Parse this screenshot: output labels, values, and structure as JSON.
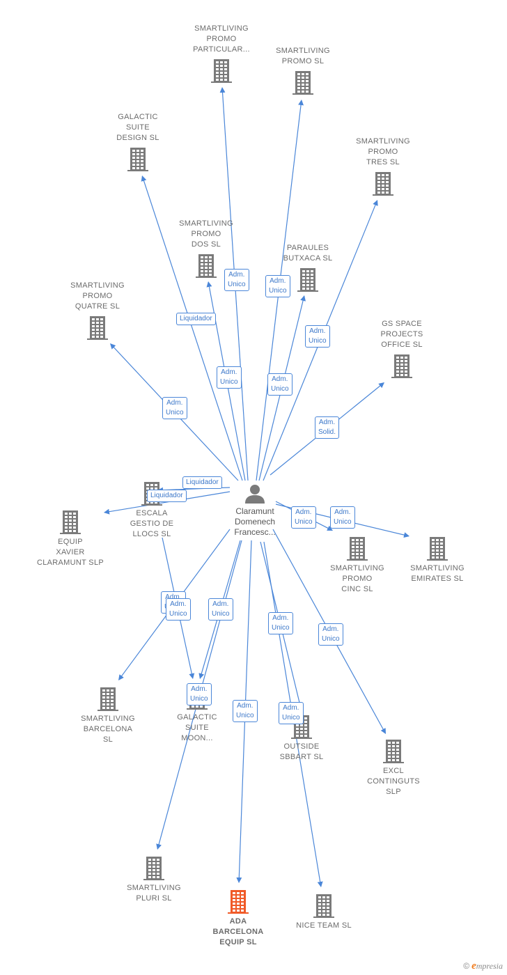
{
  "center": {
    "label": "Claramunt\nDomenech\nFrancesc..."
  },
  "companies": [
    {
      "id": "smartliving-promo-particular",
      "label": "SMARTLIVING\nPROMO\nPARTICULAR..."
    },
    {
      "id": "smartliving-promo",
      "label": "SMARTLIVING\nPROMO  SL"
    },
    {
      "id": "galactic-suite-design",
      "label": "GALACTIC\nSUITE\nDESIGN SL"
    },
    {
      "id": "smartliving-promo-tres",
      "label": "SMARTLIVING\nPROMO\nTRES  SL"
    },
    {
      "id": "smartliving-promo-dos",
      "label": "SMARTLIVING\nPROMO\nDOS  SL"
    },
    {
      "id": "paraules-butxaca",
      "label": "PARAULES\nBUTXACA  SL"
    },
    {
      "id": "smartliving-promo-quatre",
      "label": "SMARTLIVING\nPROMO\nQUATRE  SL"
    },
    {
      "id": "gs-space-projects",
      "label": "GS SPACE\nPROJECTS\nOFFICE  SL"
    },
    {
      "id": "escala-gestio",
      "label": "ESCALA\nGESTIO DE\nLLOCS  SL"
    },
    {
      "id": "equip-xavier",
      "label": "EQUIP\nXAVIER\nCLARAMUNT SLP"
    },
    {
      "id": "smartliving-promo-cinc",
      "label": "SMARTLIVING\nPROMO\nCINC  SL"
    },
    {
      "id": "smartliving-emirates",
      "label": "SMARTLIVING\nEMIRATES  SL"
    },
    {
      "id": "smartliving-barcelona",
      "label": "SMARTLIVING\nBARCELONA\nSL"
    },
    {
      "id": "galactic-suite-moon",
      "label": "GALACTIC\nSUITE\nMOON..."
    },
    {
      "id": "outside-sbbart",
      "label": "OUTSIDE\nSBBART  SL"
    },
    {
      "id": "excl-continguts",
      "label": "EXCL\nCONTINGUTS\nSLP"
    },
    {
      "id": "smartliving-pluri",
      "label": "SMARTLIVING\nPLURI  SL"
    },
    {
      "id": "ada-barcelona-equip",
      "label": "ADA\nBARCELONA\nEQUIP  SL"
    },
    {
      "id": "nice-team",
      "label": "NICE TEAM SL"
    }
  ],
  "relations": [
    {
      "id": "r1",
      "label": "Adm.\nUnico"
    },
    {
      "id": "r2",
      "label": "Adm.\nUnico"
    },
    {
      "id": "r3",
      "label": "Liquidador"
    },
    {
      "id": "r4",
      "label": "Adm.\nUnico"
    },
    {
      "id": "r5",
      "label": "Adm.\nUnico"
    },
    {
      "id": "r6",
      "label": "Adm.\nUnico"
    },
    {
      "id": "r7",
      "label": "Adm.\nUnico"
    },
    {
      "id": "r8",
      "label": "Adm.\nSolid."
    },
    {
      "id": "r9",
      "label": "Liquidador"
    },
    {
      "id": "r10",
      "label": "Liquidador"
    },
    {
      "id": "r11",
      "label": "Adm.\nUnico"
    },
    {
      "id": "r12",
      "label": "Adm.\nUnico"
    },
    {
      "id": "r13",
      "label": "Adm.\nUnico"
    },
    {
      "id": "r14",
      "label": "Adm.\nUnico"
    },
    {
      "id": "r15",
      "label": "Adm.\nUnico"
    },
    {
      "id": "r16",
      "label": "Adm.\nUnico"
    },
    {
      "id": "r17",
      "label": "Adm.\nUnico"
    },
    {
      "id": "r18",
      "label": "Adm.\nUnico"
    },
    {
      "id": "r19",
      "label": "Adm.\nUnico"
    }
  ],
  "colors": {
    "edge": "#4a86d8",
    "building": "#7a7a7a",
    "focus_building": "#f05a28",
    "person": "#7a7a7a"
  },
  "footer": {
    "copyright": "©",
    "brand_first": "e",
    "brand_rest": "mpresia"
  }
}
